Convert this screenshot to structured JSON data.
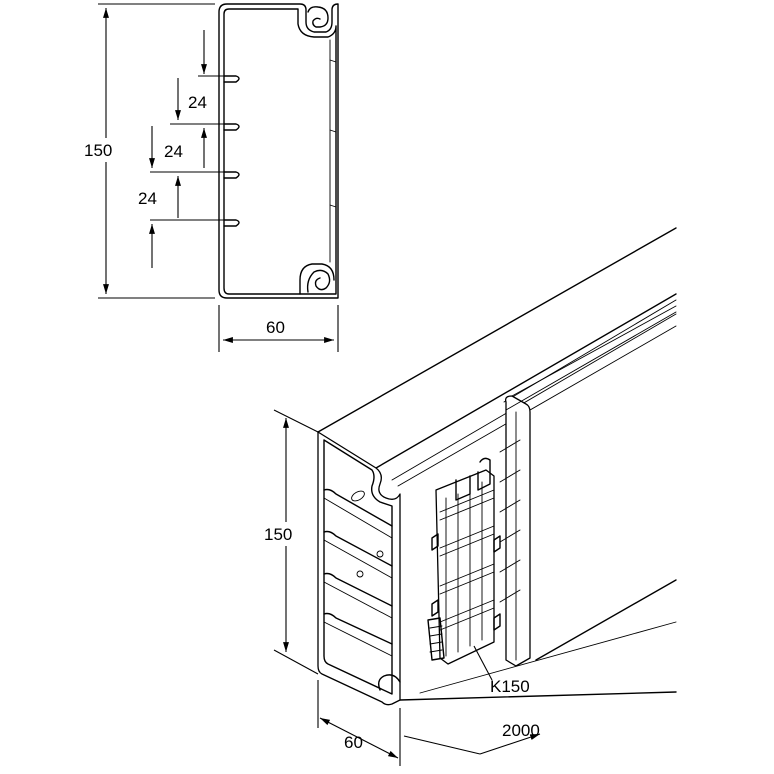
{
  "section_view": {
    "height_label": "150",
    "width_label": "60",
    "spacing_labels": [
      "24",
      "24",
      "24"
    ]
  },
  "iso_view": {
    "height_label": "150",
    "width_label": "60",
    "length_label": "2000",
    "part_label": "K150"
  }
}
